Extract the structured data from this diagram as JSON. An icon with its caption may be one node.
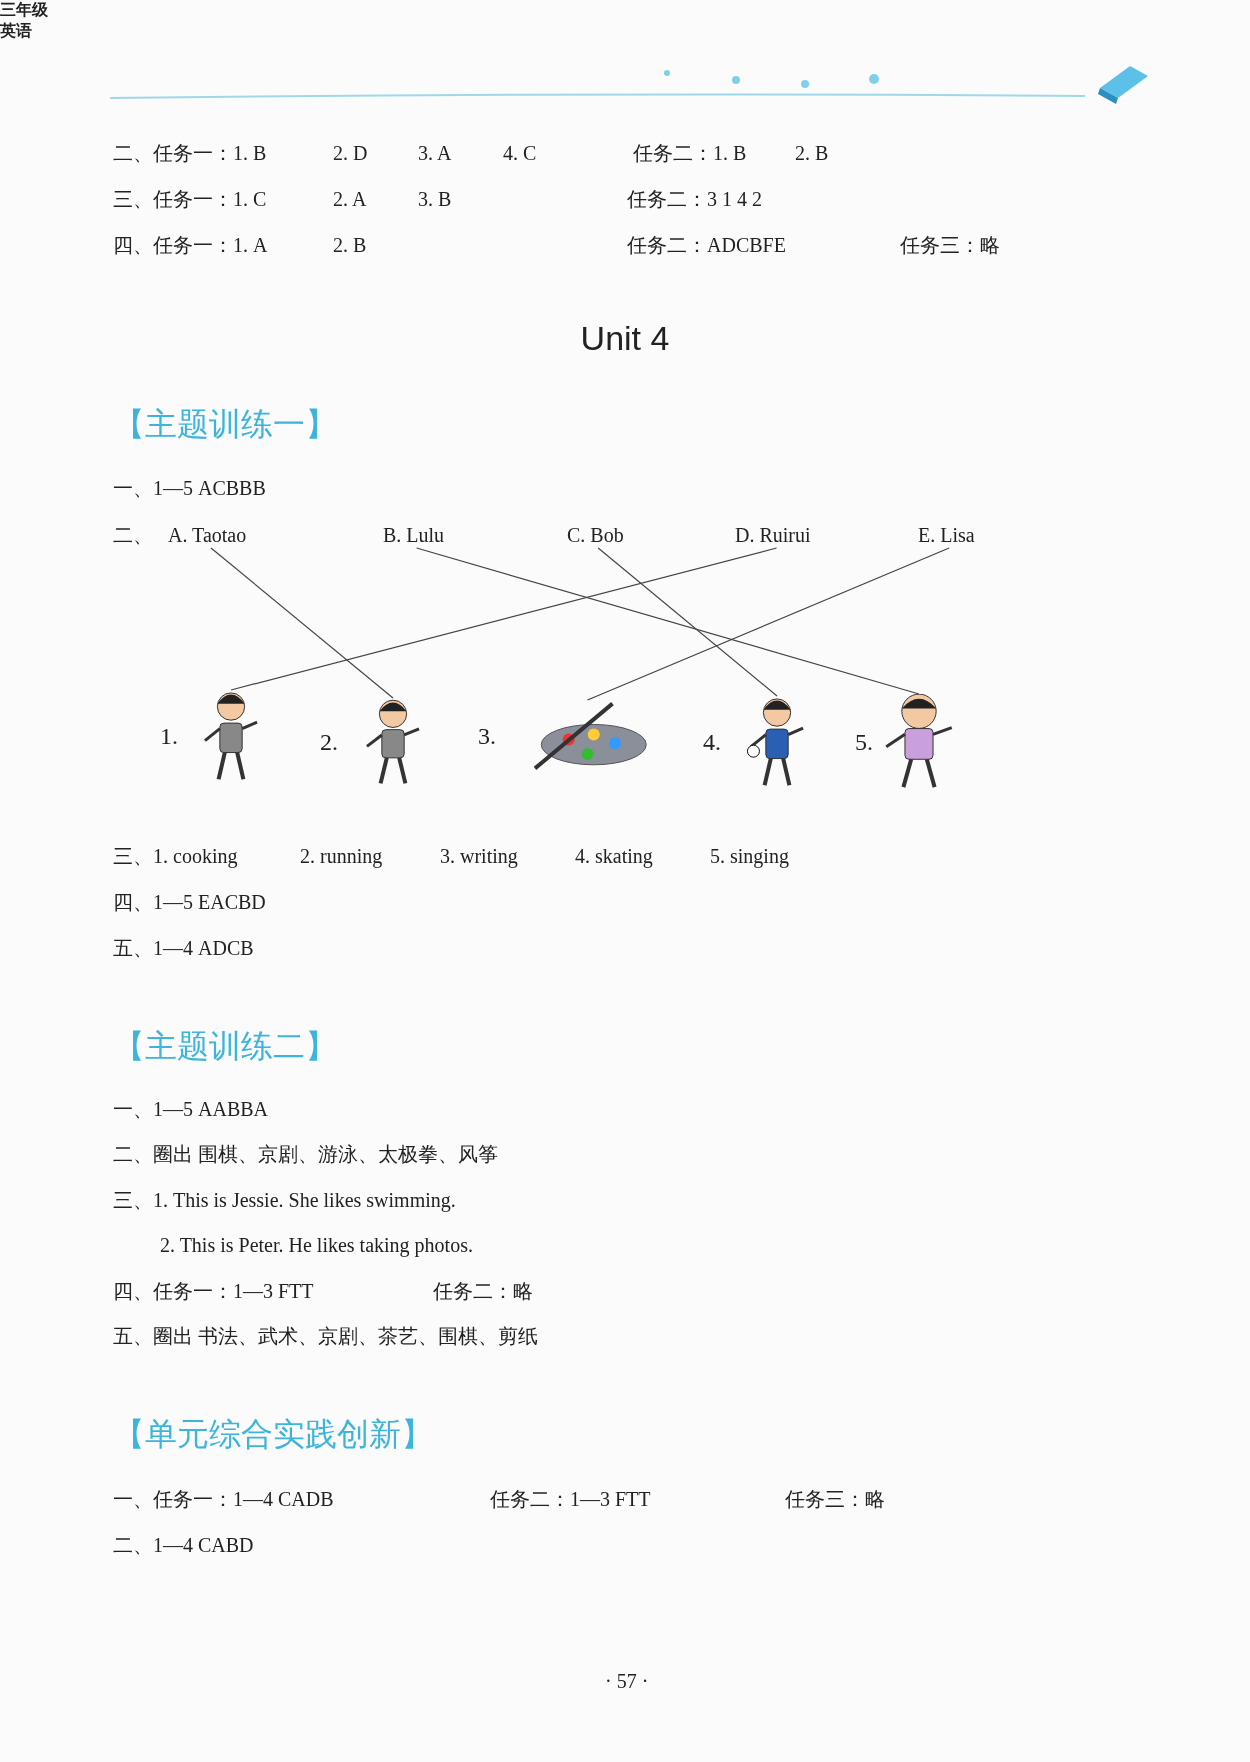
{
  "diagram": {
    "title": "Unit 4",
    "nodes": [
      {
        "text": [
          "A. Taotao"
        ]
      },
      {
        "text": [
          "B. Lulu"
        ]
      },
      {
        "text": [
          "C. Bob"
        ]
      },
      {
        "text": [
          "D. Ruirui"
        ]
      },
      {
        "text": [
          "E. Lisa"
        ]
      },
      {
        "text": [],
        "shape": "picture",
        "beside": [
          "1."
        ]
      },
      {
        "text": [],
        "shape": "picture",
        "beside": [
          "2."
        ]
      },
      {
        "text": [],
        "shape": "picture",
        "beside": [
          "3."
        ]
      },
      {
        "text": [],
        "shape": "picture",
        "beside": [
          "4."
        ]
      },
      {
        "text": [],
        "shape": "picture",
        "beside": [
          "5."
        ]
      }
    ],
    "edges": [
      {
        "from": 0,
        "to": 6,
        "arrow": "none"
      },
      {
        "from": 1,
        "to": 9,
        "arrow": "none"
      },
      {
        "from": 2,
        "to": 8,
        "arrow": "none"
      },
      {
        "from": 3,
        "to": 5,
        "arrow": "none"
      },
      {
        "from": 4,
        "to": 7,
        "arrow": "none"
      }
    ],
    "labels": [
      "三年级",
      "英语",
      "二、任务一：1. B",
      "2. D",
      "3. A",
      "4. C",
      "任务二：1. B",
      "2. B",
      "三、任务一：1. C",
      "2. A",
      "3. B",
      "任务二：3 1 4 2",
      "四、任务一：1. A",
      "2. B",
      "任务二：ADCBFE",
      "任务三：略",
      "【主题训练一】",
      "一、1—5 ACBBB",
      "二、",
      "三、1. cooking",
      "2. running",
      "3. writing",
      "4. skating",
      "5. singing",
      "四、1—5 EACBD",
      "五、1—4 ADCB",
      "【主题训练二】",
      "一、1—5 AABBA",
      "二、圈出 围棋、京剧、游泳、太极拳、风筝",
      "三、1. This is Jessie. She likes swimming.",
      "2. This is Peter. He likes taking photos.",
      "四、任务一：1—3 FTT",
      "任务二：略",
      "五、圈出 书法、武术、京剧、茶艺、围棋、剪纸",
      "【单元综合实践创新】",
      "一、任务一：1—4 CADB",
      "任务二：1—3 FTT",
      "任务三：略",
      "二、1—4 CABD",
      "· 57 ·"
    ]
  }
}
